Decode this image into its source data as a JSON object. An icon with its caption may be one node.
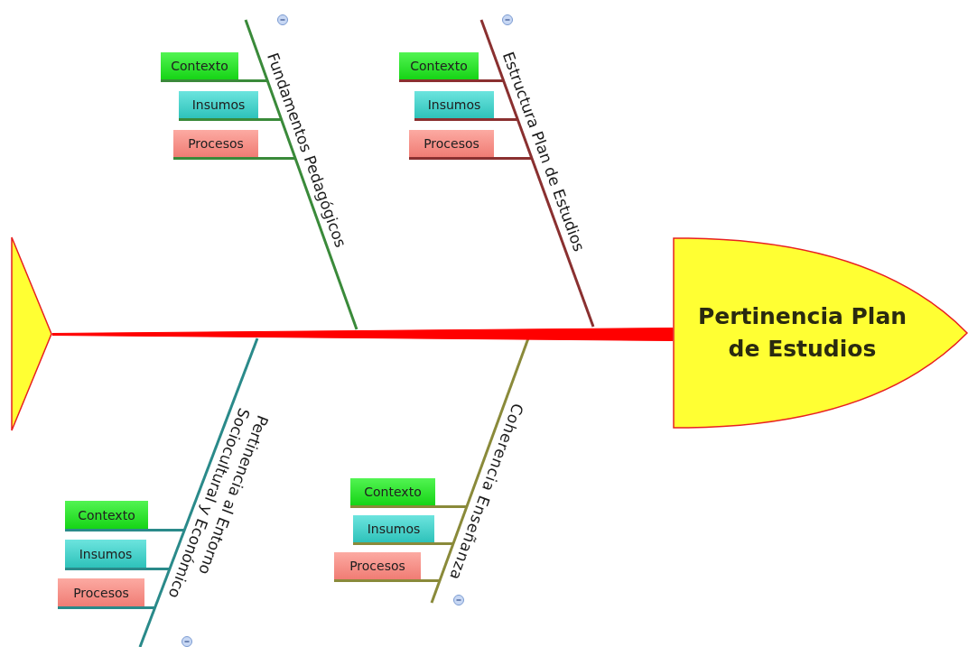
{
  "diagram": {
    "nodes": [
      {
        "text": [],
        "shape": "triangle"
      },
      {
        "text": [
          "Fundamentos Pedagógicos"
        ]
      },
      {
        "text": [
          "Contexto"
        ]
      },
      {
        "text": [
          "Insumos"
        ]
      },
      {
        "text": [
          "Procesos"
        ]
      },
      {
        "text": [
          "Estructura Plan de Estudios"
        ]
      },
      {
        "text": [
          "Contexto"
        ]
      },
      {
        "text": [
          "Insumos"
        ]
      },
      {
        "text": [
          "Procesos"
        ]
      },
      {
        "text": [
          "Pertinencia Plan de Estudios"
        ]
      },
      {
        "text": [
          "Pertinencia al Entorno Sociocultural y Económico"
        ]
      },
      {
        "text": [
          "Contexto"
        ]
      },
      {
        "text": [
          "Insumos"
        ]
      },
      {
        "text": [
          "Procesos"
        ]
      },
      {
        "text": [
          "Coherencia Enseñanza"
        ]
      },
      {
        "text": [
          "Contexto"
        ]
      },
      {
        "text": [
          "Insumos"
        ]
      },
      {
        "text": [
          "Procesos"
        ]
      }
    ],
    "edges": [
      {
        "from": 0,
        "to": 9,
        "arrow": "none",
        "style": "thick",
        "color": "#ff0000"
      },
      {
        "from": 2,
        "to": 1,
        "arrow": "none",
        "color": "#3a8a3a"
      },
      {
        "from": 3,
        "to": 1,
        "arrow": "none",
        "color": "#3a8a3a"
      },
      {
        "from": 4,
        "to": 1,
        "arrow": "none",
        "color": "#3a8a3a"
      },
      {
        "from": 6,
        "to": 5,
        "arrow": "none",
        "color": "#8a3030"
      },
      {
        "from": 7,
        "to": 5,
        "arrow": "none",
        "color": "#8a3030"
      },
      {
        "from": 8,
        "to": 5,
        "arrow": "none",
        "color": "#8a3030"
      },
      {
        "from": 11,
        "to": 10,
        "arrow": "none",
        "color": "#2a8a8a"
      },
      {
        "from": 12,
        "to": 10,
        "arrow": "none",
        "color": "#2a8a8a"
      },
      {
        "from": 13,
        "to": 10,
        "arrow": "none",
        "color": "#2a8a8a"
      },
      {
        "from": 15,
        "to": 14,
        "arrow": "none",
        "color": "#8a8a3a"
      },
      {
        "from": 16,
        "to": 14,
        "arrow": "none",
        "color": "#8a8a3a"
      },
      {
        "from": 17,
        "to": 14,
        "arrow": "none",
        "color": "#8a8a3a"
      }
    ]
  }
}
